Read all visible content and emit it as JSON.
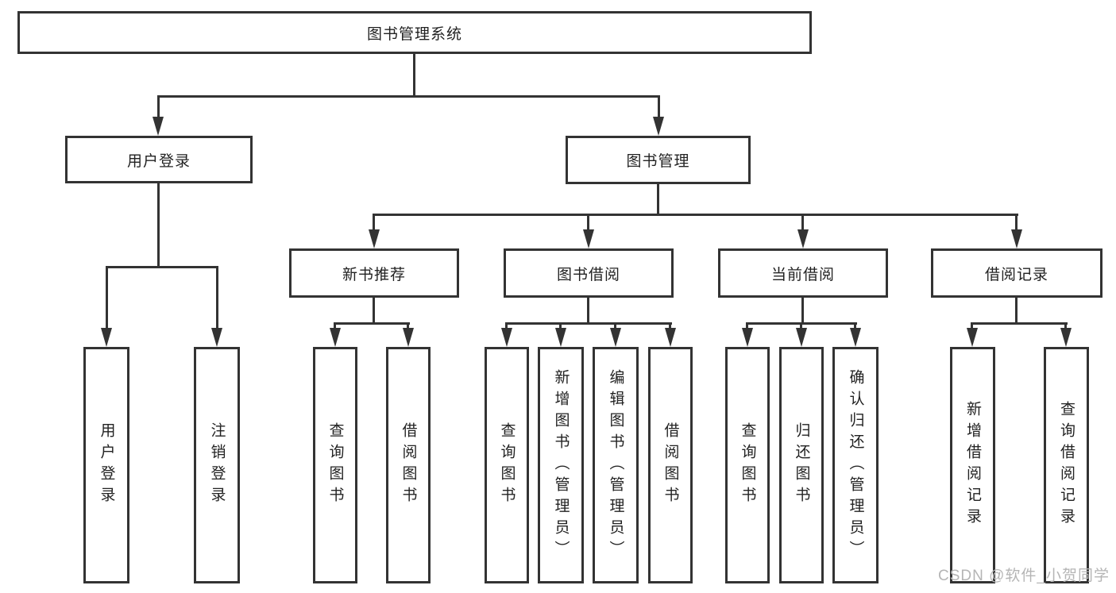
{
  "diagram_type": "hierarchy-flowchart",
  "tree": {
    "label": "图书管理系统",
    "children": [
      {
        "label": "用户登录",
        "children": [
          {
            "label": "用户登录"
          },
          {
            "label": "注销登录"
          }
        ]
      },
      {
        "label": "图书管理",
        "children": [
          {
            "label": "新书推荐",
            "children": [
              {
                "label": "查询图书"
              },
              {
                "label": "借阅图书"
              }
            ]
          },
          {
            "label": "图书借阅",
            "children": [
              {
                "label": "查询图书"
              },
              {
                "label": "新增图书（管理员）"
              },
              {
                "label": "编辑图书（管理员）"
              },
              {
                "label": "借阅图书"
              }
            ]
          },
          {
            "label": "当前借阅",
            "children": [
              {
                "label": "查询图书"
              },
              {
                "label": "归还图书"
              },
              {
                "label": "确认归还（管理员）"
              }
            ]
          },
          {
            "label": "借阅记录",
            "children": [
              {
                "label": "新增借阅记录"
              },
              {
                "label": "查询借阅记录"
              }
            ]
          }
        ]
      }
    ]
  },
  "watermark": {
    "text": "CSDN @软件_小贺同学"
  },
  "colors": {
    "line": "#333333",
    "text": "#222222",
    "watermark": "#b5b5b5",
    "background": "#ffffff"
  }
}
